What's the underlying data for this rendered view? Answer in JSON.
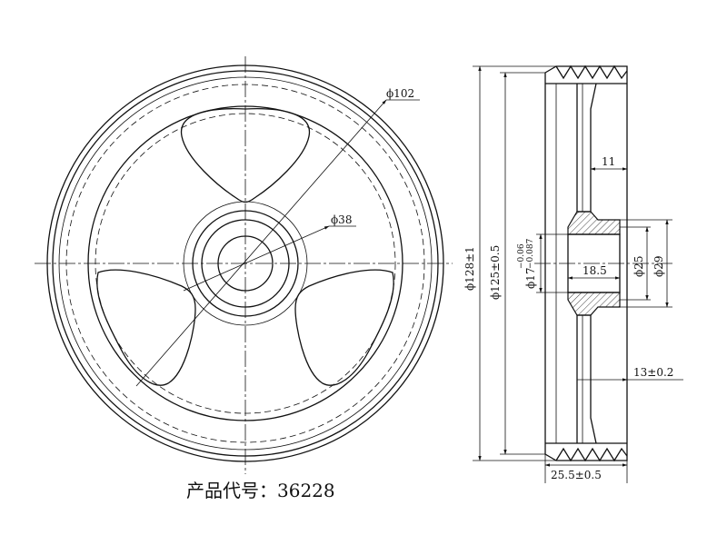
{
  "front_view": {
    "dims": {
      "phi102": "ϕ102",
      "phi38": "ϕ38"
    }
  },
  "side_view": {
    "dims": {
      "phi128": "ϕ128±1",
      "phi125": "ϕ125±0.5",
      "phi17": "ϕ17",
      "tol_upper": "−0.06",
      "tol_lower": "−0.087",
      "phi25": "ϕ25",
      "phi29": "ϕ29",
      "d11": "11",
      "d18_5": "18.5",
      "d13": "13±0.2",
      "d25_5": "25.5±0.5"
    }
  },
  "caption": {
    "label": "产品代号：",
    "code": "36228"
  }
}
